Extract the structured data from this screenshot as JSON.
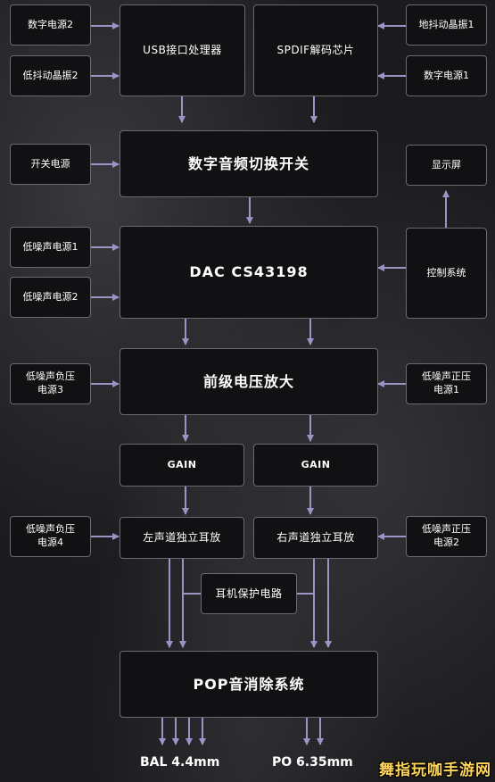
{
  "blocks": {
    "usb": "USB接口处理器",
    "spdif": "SPDIF解码芯片",
    "switch": "数字音频切换开关",
    "dac": "DAC CS43198",
    "preamp": "前级电压放大",
    "gain_left": "GAIN",
    "gain_right": "GAIN",
    "amp_left": "左声道独立耳放",
    "amp_right": "右声道独立耳放",
    "protect": "耳机保护电路",
    "pop": "POP音消除系统"
  },
  "inputs": {
    "digital_power_2": "数字电源2",
    "low_jitter_osc_2": "低抖动晶振2",
    "ground_jitter_osc_1": "地抖动晶振1",
    "digital_power_1": "数字电源1",
    "switch_power": "开关电源",
    "display": "显示屏",
    "low_noise_power_1": "低噪声电源1",
    "low_noise_power_2": "低噪声电源2",
    "control_system": "控制系统",
    "neg_power_3": "低噪声负压\n电源3",
    "pos_power_1": "低噪声正压\n电源1",
    "neg_power_4": "低噪声负压\n电源4",
    "pos_power_2": "低噪声正压\n电源2"
  },
  "outputs": {
    "bal": "BAL 4.4mm",
    "po": "PO 6.35mm"
  },
  "watermark": "舞指玩咖手游网",
  "colors": {
    "arrow": "#9d93c4",
    "border": "#6a6a72",
    "box_fill": "#111113",
    "watermark": "#ffd65a"
  }
}
